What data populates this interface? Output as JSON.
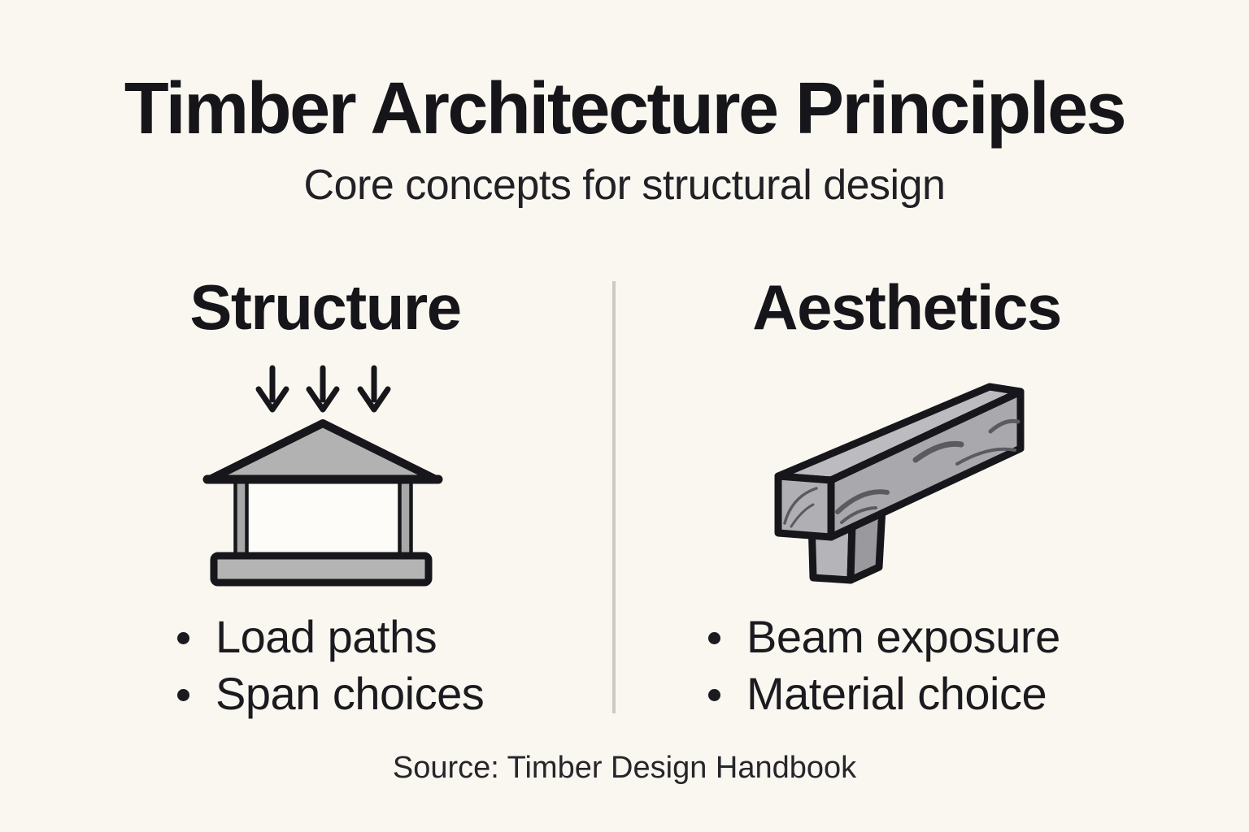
{
  "page": {
    "title": "Timber Architecture Principles",
    "subtitle": "Core concepts for structural design",
    "source": "Source: Timber Design Handbook",
    "background_color": "#FAF7F1",
    "text_color": "#1B1B1F"
  },
  "columns": [
    {
      "heading": "Structure",
      "icon": "load-arrows-pavilion-icon",
      "bullets": [
        "Load paths",
        "Span choices"
      ]
    },
    {
      "heading": "Aesthetics",
      "icon": "exposed-timber-beam-icon",
      "bullets": [
        "Beam exposure",
        "Material choice"
      ]
    }
  ],
  "colors": {
    "illustration_gray": "#B2B2B2",
    "illustration_gray_light": "#BCBCC0",
    "illustration_gray_dark": "#9A9A9E",
    "wood_grain": "#5A5B61",
    "outline_black": "#17171B",
    "divider_gray": "#CDCAC5"
  }
}
